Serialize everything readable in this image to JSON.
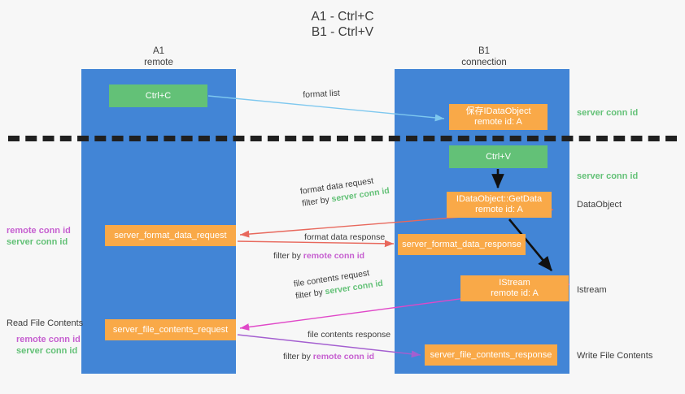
{
  "title": {
    "line1": "A1 - Ctrl+C",
    "line2": "B1 - Ctrl+V"
  },
  "lanes": [
    {
      "name": "A1",
      "sub": "remote",
      "color": "#4285d6"
    },
    {
      "name": "B1",
      "sub": "connection",
      "color": "#4285d6"
    }
  ],
  "boxes": {
    "ctrl_c": {
      "line1": "Ctrl+C",
      "line2": "",
      "color": "#63c177"
    },
    "store_idataobject": {
      "line1": "保存IDataObject",
      "line2": "remote id: A",
      "color": "#f9a948"
    },
    "ctrl_v": {
      "line1": "Ctrl+V",
      "line2": "",
      "color": "#63c177"
    },
    "getdata": {
      "line1": "IDataObject::GetData",
      "line2": "remote id: A",
      "color": "#f9a948"
    },
    "server_format_data_request": {
      "line1": "server_format_data_request",
      "line2": "",
      "color": "#f9a948"
    },
    "server_format_data_response": {
      "line1": "server_format_data_response",
      "line2": "",
      "color": "#f9a948"
    },
    "istream": {
      "line1": "IStream",
      "line2": "remote id: A",
      "color": "#f9a948"
    },
    "server_file_contents_request": {
      "line1": "server_file_contents_request",
      "line2": "",
      "color": "#f9a948"
    },
    "server_file_contents_response": {
      "line1": "server_file_contents_response",
      "line2": "",
      "color": "#f9a948"
    }
  },
  "side_labels": {
    "server_conn_id_1": "server conn id",
    "server_conn_id_2": "server conn id",
    "dataobject": "DataObject",
    "istream": "Istream",
    "write_file_contents": "Write File Contents",
    "left_remote_1": "remote conn id",
    "left_server_1": "server conn id",
    "read_file_contents": "Read File Contents",
    "left_remote_2": "remote conn id",
    "left_server_2": "server conn id"
  },
  "edge_labels": {
    "format_list": "format list",
    "format_data_request": "format data request",
    "format_data_request_filter_prefix": "filter by ",
    "format_data_request_filter_key": "server conn id",
    "format_data_response": "format data response",
    "format_data_response_filter_prefix": "filter by ",
    "format_data_response_filter_key": "remote conn id",
    "file_contents_request": "file contents request",
    "file_contents_request_filter_prefix": "filter by ",
    "file_contents_request_filter_key": "server conn id",
    "file_contents_response": "file contents response",
    "file_contents_response_filter_prefix": "filter by ",
    "file_contents_response_filter_key": "remote conn id"
  },
  "colors": {
    "lane": "#4285d6",
    "orange": "#f9a948",
    "green": "#63c177",
    "server_conn_id": "#63c177",
    "remote_conn_id": "#c65fd0",
    "arrow_blue": "#7ec8ef",
    "arrow_red": "#e8685c",
    "arrow_magenta": "#e048c8",
    "arrow_purple": "#a45fd0",
    "arrow_black": "#101010",
    "divider": "#202020",
    "text": "#3c3c3c",
    "background": "#f7f7f7"
  }
}
